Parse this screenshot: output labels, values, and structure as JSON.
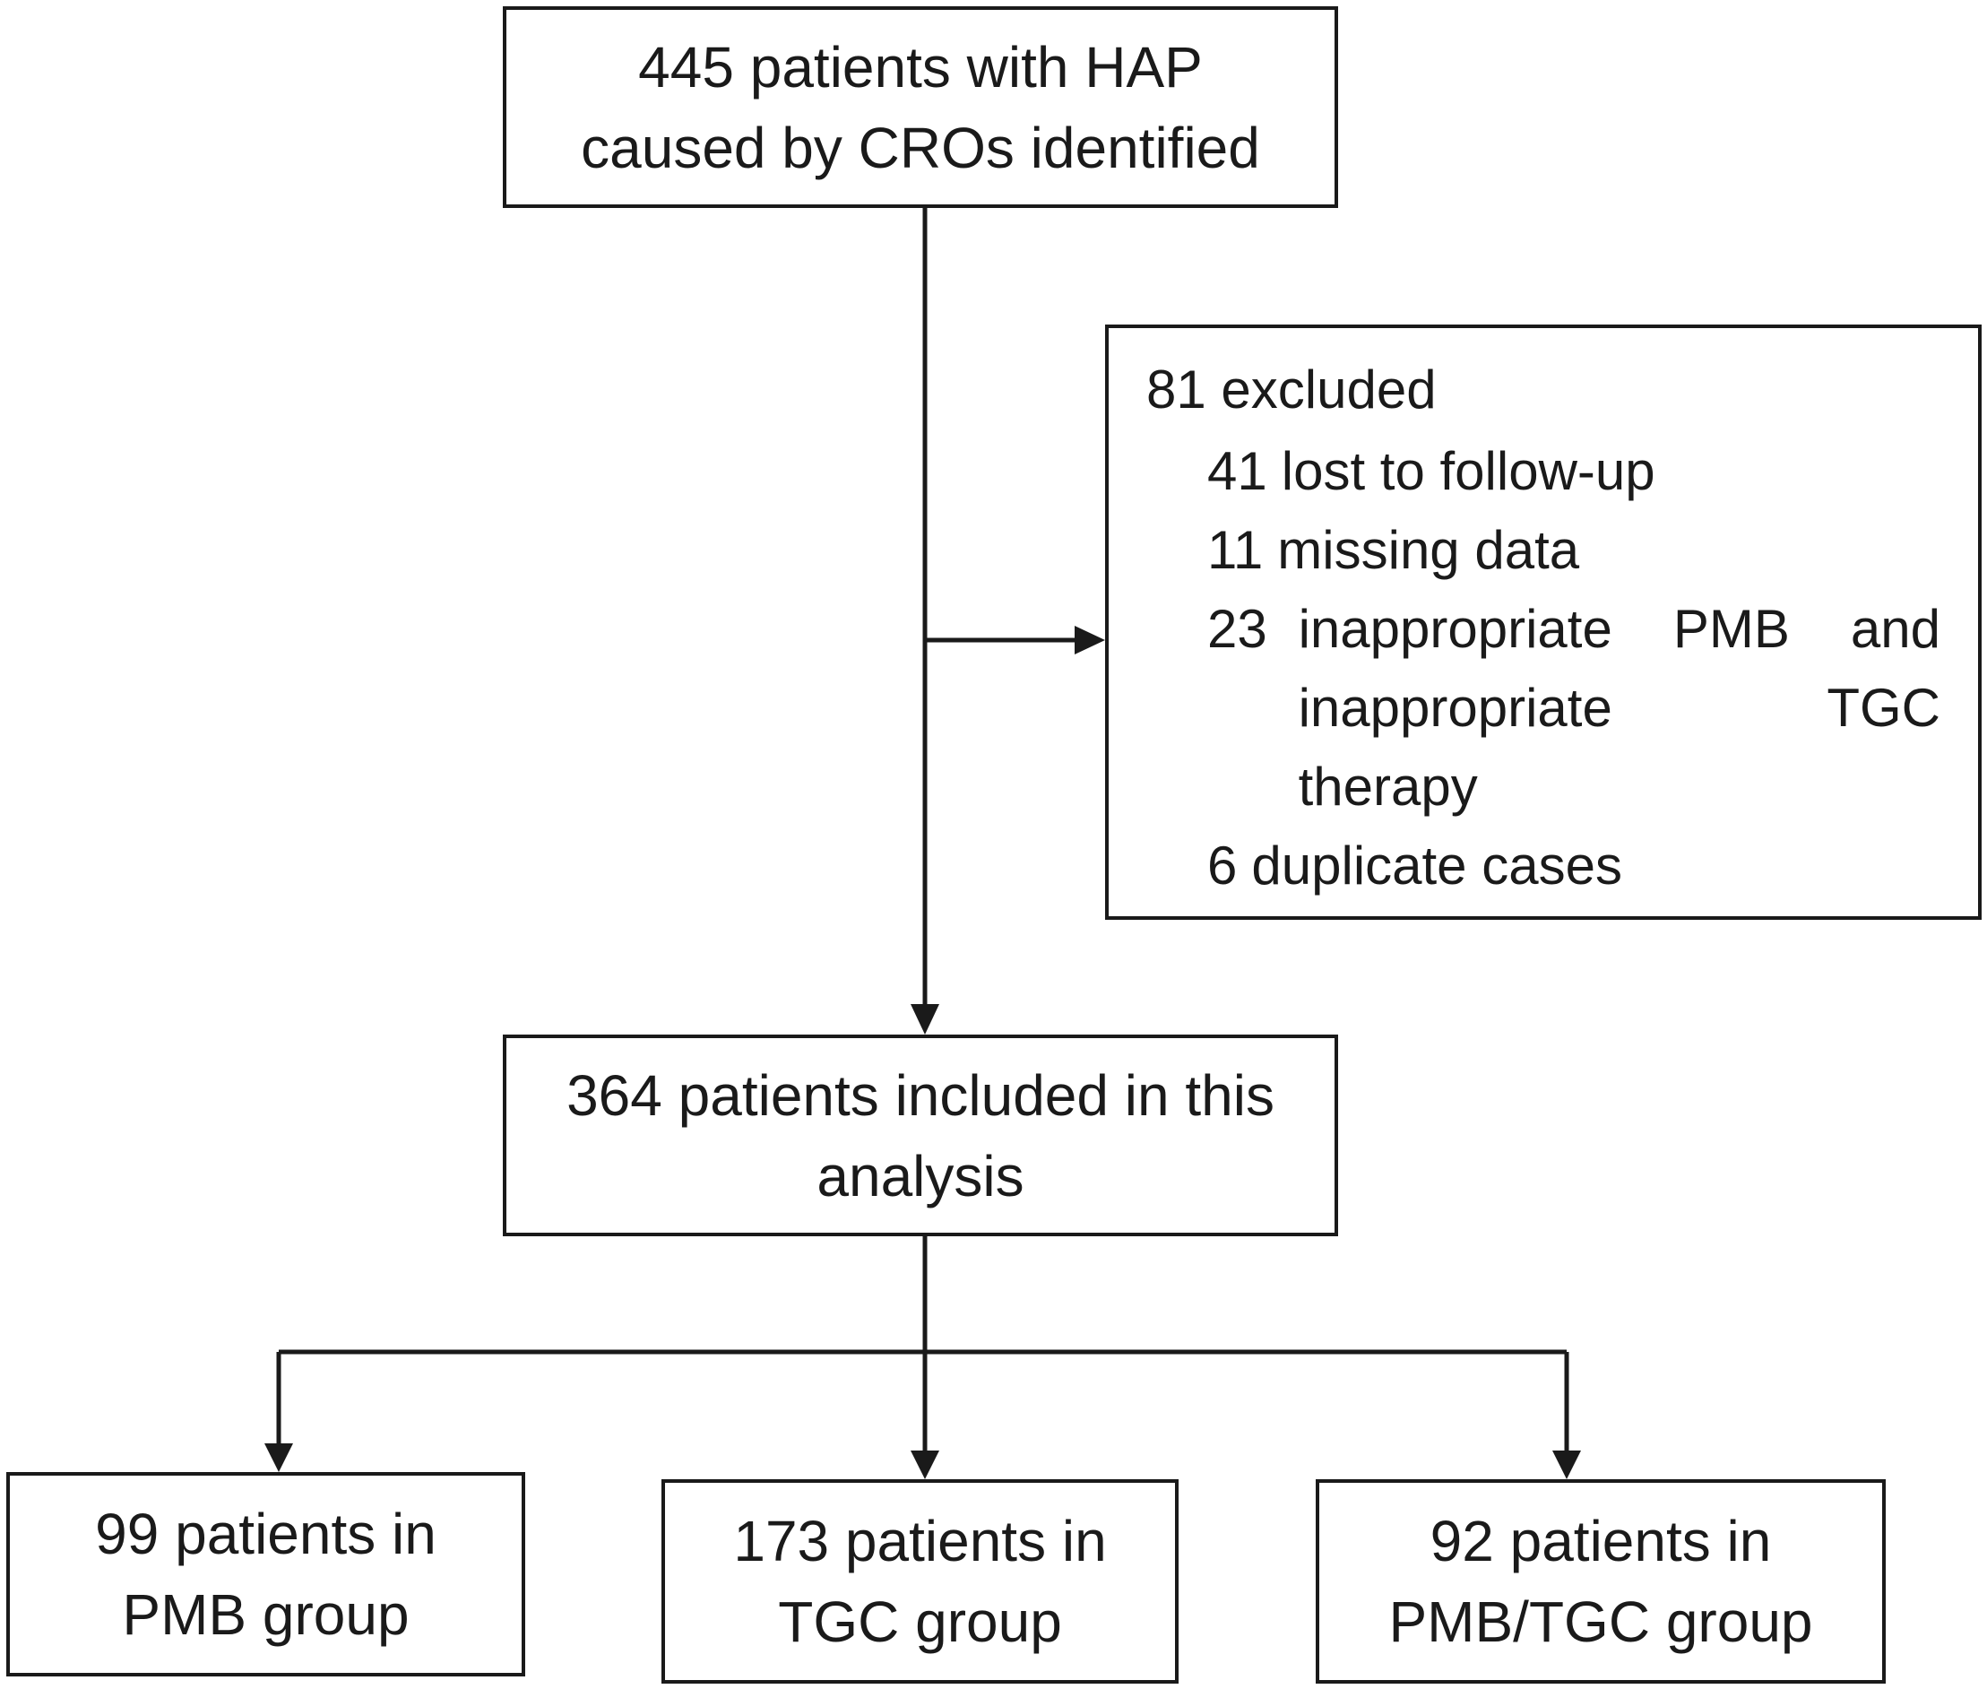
{
  "flowchart": {
    "top_box": {
      "lines": [
        "445 patients with HAP",
        "caused by CROs identified"
      ]
    },
    "excluded_box": {
      "heading": "81 excluded",
      "items": [
        {
          "count": "41",
          "text": "lost to follow-up"
        },
        {
          "count": "11",
          "text": "missing data"
        },
        {
          "count": "23",
          "lines": [
            "inappropriate PMB and",
            "inappropriate TGC",
            "therapy"
          ]
        },
        {
          "count": "6",
          "text": "duplicate cases"
        }
      ]
    },
    "included_box": {
      "lines": [
        "364 patients included in this",
        "analysis"
      ]
    },
    "groups": [
      {
        "lines": [
          "99 patients in",
          "PMB group"
        ]
      },
      {
        "lines": [
          "173 patients in",
          "TGC group"
        ]
      },
      {
        "lines": [
          "92 patients in",
          "PMB/TGC group"
        ]
      }
    ]
  }
}
